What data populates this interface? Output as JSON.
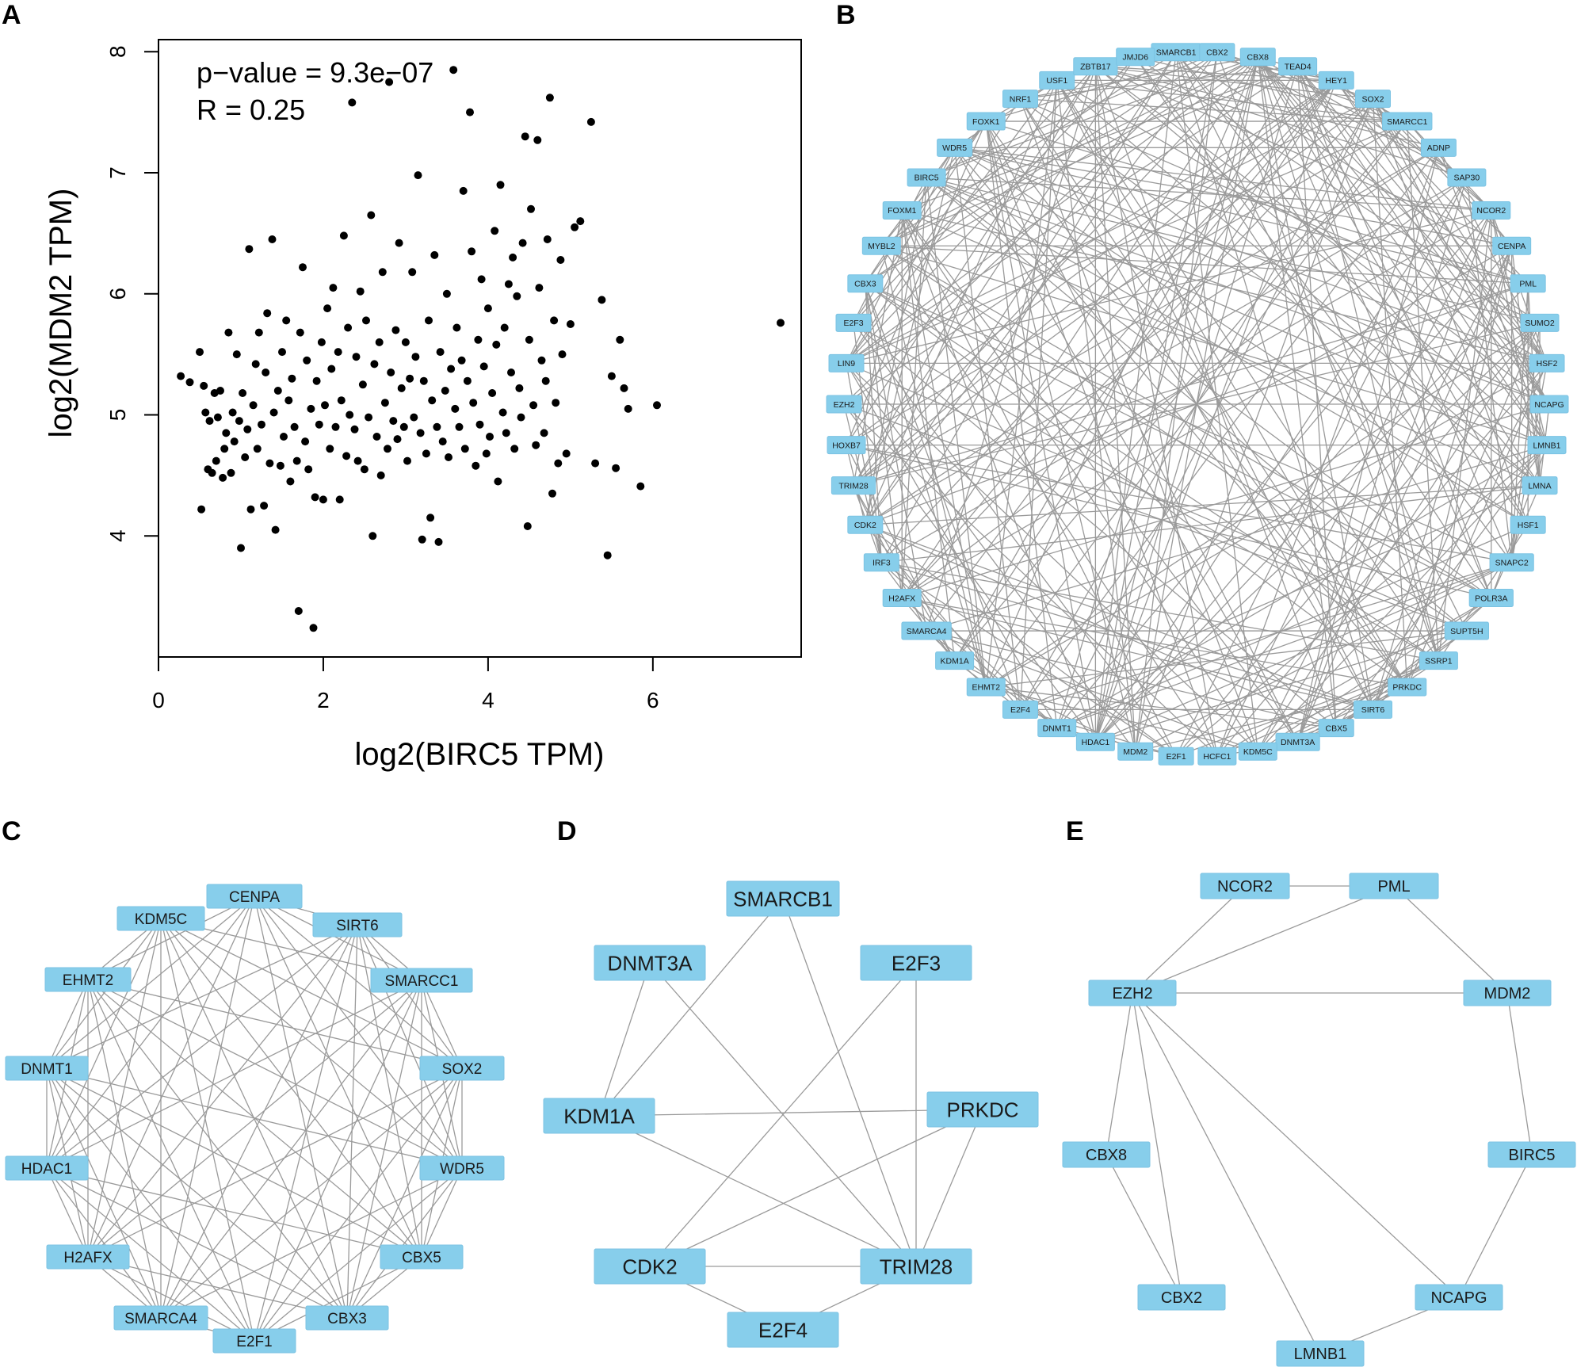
{
  "panels": [
    {
      "letter": "A"
    },
    {
      "letter": "B"
    },
    {
      "letter": "C"
    },
    {
      "letter": "D"
    },
    {
      "letter": "E"
    }
  ],
  "chart_data": [
    {
      "type": "scatter",
      "panel": "A",
      "xlabel": "log2(BIRC5 TPM)",
      "ylabel": "log2(MDM2 TPM)",
      "xlim": [
        0,
        7.8
      ],
      "ylim": [
        3.0,
        8.1
      ],
      "xticks": [
        0,
        2,
        4,
        6
      ],
      "yticks": [
        4,
        5,
        6,
        7,
        8
      ],
      "grid": false,
      "annotations": [
        "p−value = 9.3e−07",
        "R = 0.25"
      ],
      "points": [
        [
          0.27,
          5.32
        ],
        [
          0.38,
          5.27
        ],
        [
          0.5,
          5.52
        ],
        [
          0.52,
          4.22
        ],
        [
          0.55,
          5.24
        ],
        [
          0.57,
          5.02
        ],
        [
          0.6,
          4.55
        ],
        [
          0.62,
          4.95
        ],
        [
          0.65,
          4.52
        ],
        [
          0.68,
          5.18
        ],
        [
          0.7,
          4.62
        ],
        [
          0.72,
          4.98
        ],
        [
          0.75,
          5.2
        ],
        [
          0.78,
          4.48
        ],
        [
          0.8,
          4.72
        ],
        [
          0.82,
          4.85
        ],
        [
          0.85,
          5.68
        ],
        [
          0.88,
          4.52
        ],
        [
          0.9,
          5.02
        ],
        [
          0.92,
          4.78
        ],
        [
          0.95,
          5.5
        ],
        [
          0.98,
          4.95
        ],
        [
          1.0,
          3.9
        ],
        [
          1.02,
          5.18
        ],
        [
          1.05,
          4.65
        ],
        [
          1.08,
          4.88
        ],
        [
          1.1,
          6.37
        ],
        [
          1.12,
          4.22
        ],
        [
          1.15,
          5.08
        ],
        [
          1.18,
          5.42
        ],
        [
          1.2,
          4.72
        ],
        [
          1.22,
          5.68
        ],
        [
          1.25,
          4.92
        ],
        [
          1.28,
          4.25
        ],
        [
          1.3,
          5.35
        ],
        [
          1.32,
          5.84
        ],
        [
          1.35,
          4.6
        ],
        [
          1.38,
          6.45
        ],
        [
          1.4,
          5.02
        ],
        [
          1.42,
          4.05
        ],
        [
          1.45,
          5.2
        ],
        [
          1.48,
          4.58
        ],
        [
          1.5,
          5.52
        ],
        [
          1.52,
          4.82
        ],
        [
          1.55,
          5.78
        ],
        [
          1.58,
          5.12
        ],
        [
          1.6,
          4.45
        ],
        [
          1.62,
          5.3
        ],
        [
          1.65,
          4.9
        ],
        [
          1.68,
          4.62
        ],
        [
          1.7,
          3.38
        ],
        [
          1.72,
          5.68
        ],
        [
          1.75,
          6.22
        ],
        [
          1.78,
          4.78
        ],
        [
          1.8,
          5.45
        ],
        [
          1.82,
          4.55
        ],
        [
          1.85,
          5.05
        ],
        [
          1.88,
          3.24
        ],
        [
          1.9,
          4.32
        ],
        [
          1.92,
          5.28
        ],
        [
          1.95,
          4.92
        ],
        [
          1.98,
          5.6
        ],
        [
          2.0,
          4.3
        ],
        [
          2.02,
          5.08
        ],
        [
          2.05,
          5.88
        ],
        [
          2.08,
          4.72
        ],
        [
          2.1,
          5.38
        ],
        [
          2.12,
          6.05
        ],
        [
          2.15,
          4.9
        ],
        [
          2.18,
          5.52
        ],
        [
          2.2,
          4.3
        ],
        [
          2.22,
          5.12
        ],
        [
          2.25,
          6.48
        ],
        [
          2.28,
          4.66
        ],
        [
          2.3,
          5.72
        ],
        [
          2.32,
          5.0
        ],
        [
          2.35,
          7.58
        ],
        [
          2.38,
          4.88
        ],
        [
          2.4,
          5.48
        ],
        [
          2.42,
          4.62
        ],
        [
          2.45,
          6.02
        ],
        [
          2.48,
          5.25
        ],
        [
          2.5,
          4.55
        ],
        [
          2.52,
          5.78
        ],
        [
          2.55,
          4.98
        ],
        [
          2.58,
          6.65
        ],
        [
          2.6,
          4.0
        ],
        [
          2.62,
          5.42
        ],
        [
          2.65,
          4.82
        ],
        [
          2.68,
          5.6
        ],
        [
          2.7,
          4.5
        ],
        [
          2.72,
          6.18
        ],
        [
          2.75,
          5.1
        ],
        [
          2.78,
          4.72
        ],
        [
          2.8,
          7.75
        ],
        [
          2.82,
          5.35
        ],
        [
          2.85,
          4.95
        ],
        [
          2.88,
          5.7
        ],
        [
          2.9,
          4.8
        ],
        [
          2.92,
          6.42
        ],
        [
          2.95,
          5.22
        ],
        [
          2.98,
          4.9
        ],
        [
          3.0,
          5.6
        ],
        [
          3.02,
          4.62
        ],
        [
          3.05,
          5.3
        ],
        [
          3.08,
          6.18
        ],
        [
          3.1,
          4.98
        ],
        [
          3.12,
          5.48
        ],
        [
          3.15,
          6.98
        ],
        [
          3.18,
          4.85
        ],
        [
          3.2,
          3.97
        ],
        [
          3.22,
          5.28
        ],
        [
          3.25,
          4.68
        ],
        [
          3.28,
          5.78
        ],
        [
          3.3,
          4.15
        ],
        [
          3.32,
          5.12
        ],
        [
          3.35,
          6.32
        ],
        [
          3.38,
          4.9
        ],
        [
          3.4,
          3.95
        ],
        [
          3.42,
          5.52
        ],
        [
          3.45,
          4.78
        ],
        [
          3.48,
          5.2
        ],
        [
          3.5,
          6.0
        ],
        [
          3.52,
          4.65
        ],
        [
          3.55,
          5.38
        ],
        [
          3.58,
          7.85
        ],
        [
          3.6,
          5.05
        ],
        [
          3.62,
          5.72
        ],
        [
          3.65,
          4.9
        ],
        [
          3.68,
          5.45
        ],
        [
          3.7,
          6.85
        ],
        [
          3.72,
          4.72
        ],
        [
          3.75,
          5.28
        ],
        [
          3.78,
          7.5
        ],
        [
          3.8,
          6.35
        ],
        [
          3.82,
          5.1
        ],
        [
          3.85,
          4.58
        ],
        [
          3.88,
          5.62
        ],
        [
          3.9,
          4.92
        ],
        [
          3.92,
          6.12
        ],
        [
          3.95,
          5.4
        ],
        [
          3.98,
          4.68
        ],
        [
          4.0,
          5.88
        ],
        [
          4.02,
          4.82
        ],
        [
          4.05,
          5.18
        ],
        [
          4.08,
          6.52
        ],
        [
          4.1,
          5.58
        ],
        [
          4.12,
          4.45
        ],
        [
          4.15,
          6.9
        ],
        [
          4.18,
          5.02
        ],
        [
          4.2,
          5.72
        ],
        [
          4.22,
          4.85
        ],
        [
          4.25,
          6.08
        ],
        [
          4.28,
          5.35
        ],
        [
          4.3,
          6.3
        ],
        [
          4.32,
          4.72
        ],
        [
          4.35,
          5.98
        ],
        [
          4.38,
          5.22
        ],
        [
          4.4,
          4.98
        ],
        [
          4.42,
          6.42
        ],
        [
          4.45,
          7.3
        ],
        [
          4.48,
          4.08
        ],
        [
          4.5,
          5.62
        ],
        [
          4.52,
          6.7
        ],
        [
          4.55,
          5.08
        ],
        [
          4.58,
          4.75
        ],
        [
          4.6,
          7.27
        ],
        [
          4.62,
          6.05
        ],
        [
          4.65,
          5.45
        ],
        [
          4.68,
          4.85
        ],
        [
          4.7,
          5.28
        ],
        [
          4.72,
          6.45
        ],
        [
          4.75,
          7.62
        ],
        [
          4.78,
          4.35
        ],
        [
          4.8,
          5.78
        ],
        [
          4.82,
          5.1
        ],
        [
          4.85,
          4.6
        ],
        [
          4.88,
          6.28
        ],
        [
          4.9,
          5.5
        ],
        [
          4.95,
          4.68
        ],
        [
          5.0,
          5.75
        ],
        [
          5.05,
          6.55
        ],
        [
          5.12,
          6.6
        ],
        [
          5.25,
          7.42
        ],
        [
          5.3,
          4.6
        ],
        [
          5.38,
          5.95
        ],
        [
          5.45,
          3.84
        ],
        [
          5.5,
          5.32
        ],
        [
          5.55,
          4.56
        ],
        [
          5.6,
          5.62
        ],
        [
          5.65,
          5.22
        ],
        [
          5.7,
          5.05
        ],
        [
          5.85,
          4.41
        ],
        [
          6.05,
          5.08
        ],
        [
          7.55,
          5.76
        ]
      ]
    },
    {
      "type": "network",
      "panel": "B",
      "nodes": [
        "SMARCB1",
        "CBX2",
        "CBX8",
        "TEAD4",
        "HEY1",
        "SOX2",
        "SMARCC1",
        "ADNP",
        "SAP30",
        "NCOR2",
        "CENPA",
        "PML",
        "SUMO2",
        "HSF2",
        "NCAPG",
        "LMNB1",
        "LMNA",
        "HSF1",
        "SNAPC2",
        "POLR3A",
        "SUPT5H",
        "SSRP1",
        "PRKDC",
        "SIRT6",
        "CBX5",
        "DNMT3A",
        "KDM5C",
        "HCFC1",
        "E2F1",
        "MDM2",
        "HDAC1",
        "DNMT1",
        "E2F4",
        "EHMT2",
        "KDM1A",
        "SMARCA4",
        "H2AFX",
        "IRF3",
        "CDK2",
        "TRIM28",
        "HOXB7",
        "EZH2",
        "LIN9",
        "E2F3",
        "CBX3",
        "MYBL2",
        "FOXM1",
        "BIRC5",
        "WDR5",
        "FOXK1",
        "NRF1",
        "USF1",
        "ZBTB17",
        "JMJD6"
      ]
    },
    {
      "type": "network",
      "panel": "C",
      "nodes": [
        "CENPA",
        "KDM5C",
        "SIRT6",
        "EHMT2",
        "SMARCC1",
        "DNMT1",
        "SOX2",
        "HDAC1",
        "WDR5",
        "H2AFX",
        "CBX5",
        "SMARCA4",
        "CBX3",
        "E2F1"
      ]
    },
    {
      "type": "network",
      "panel": "D",
      "nodes": [
        "SMARCB1",
        "DNMT3A",
        "E2F3",
        "KDM1A",
        "PRKDC",
        "CDK2",
        "TRIM28",
        "E2F4"
      ],
      "edges": [
        [
          "SMARCB1",
          "KDM1A"
        ],
        [
          "SMARCB1",
          "TRIM28"
        ],
        [
          "DNMT3A",
          "KDM1A"
        ],
        [
          "DNMT3A",
          "TRIM28"
        ],
        [
          "E2F3",
          "CDK2"
        ],
        [
          "E2F3",
          "TRIM28"
        ],
        [
          "KDM1A",
          "PRKDC"
        ],
        [
          "KDM1A",
          "TRIM28"
        ],
        [
          "PRKDC",
          "CDK2"
        ],
        [
          "PRKDC",
          "TRIM28"
        ],
        [
          "CDK2",
          "TRIM28"
        ],
        [
          "CDK2",
          "E2F4"
        ],
        [
          "TRIM28",
          "E2F4"
        ]
      ]
    },
    {
      "type": "network",
      "panel": "E",
      "nodes": [
        "NCOR2",
        "PML",
        "EZH2",
        "MDM2",
        "CBX8",
        "BIRC5",
        "CBX2",
        "NCAPG",
        "LMNB1"
      ],
      "edges": [
        [
          "NCOR2",
          "PML"
        ],
        [
          "NCOR2",
          "EZH2"
        ],
        [
          "PML",
          "EZH2"
        ],
        [
          "PML",
          "MDM2"
        ],
        [
          "EZH2",
          "MDM2"
        ],
        [
          "EZH2",
          "CBX8"
        ],
        [
          "EZH2",
          "CBX2"
        ],
        [
          "EZH2",
          "NCAPG"
        ],
        [
          "EZH2",
          "LMNB1"
        ],
        [
          "MDM2",
          "BIRC5"
        ],
        [
          "CBX8",
          "CBX2"
        ],
        [
          "BIRC5",
          "NCAPG"
        ],
        [
          "NCAPG",
          "LMNB1"
        ]
      ]
    }
  ]
}
